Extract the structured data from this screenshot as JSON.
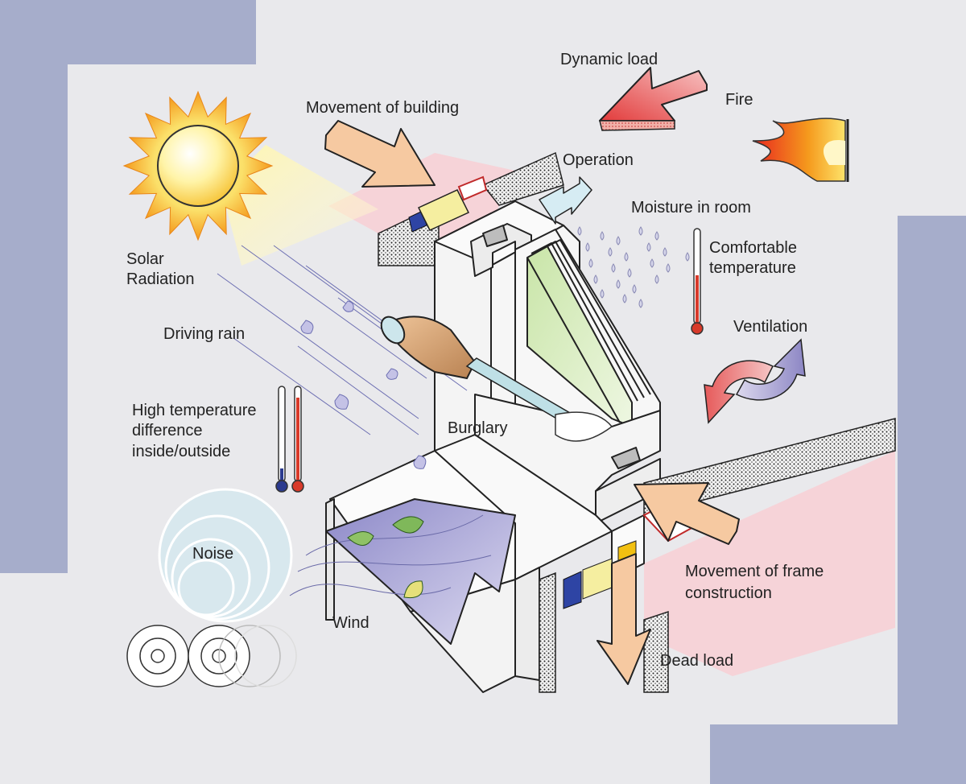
{
  "labels": {
    "dynamic_load": "Dynamic load",
    "fire": "Fire",
    "movement_of_building": "Movement of building",
    "operation": "Operation",
    "moisture_in_room": "Moisture in room",
    "comfortable_temperature_1": "Comfortable",
    "comfortable_temperature_2": "temperature",
    "solar_radiation_1": "Solar",
    "solar_radiation_2": "Radiation",
    "ventilation": "Ventilation",
    "driving_rain": "Driving rain",
    "high_temp_1": "High temperature",
    "high_temp_2": "difference",
    "high_temp_3": "inside/outside",
    "burglary": "Burglary",
    "noise": "Noise",
    "wind": "Wind",
    "movement_of_frame_1": "Movement of frame",
    "movement_of_frame_2": "construction",
    "dead_load": "Dead load"
  },
  "colors": {
    "background": "#e9e9ec",
    "corner_blocks": "#a6adcb",
    "arrow_peach": "#f6c9a1",
    "arrow_red": "#e64a4a",
    "wall_pink": "#f6d3d8",
    "glass_green": "#d8ecc0",
    "wind_purple": "#b4b2dc",
    "sun_orange": "#f6a21e",
    "therm_red": "#d83a2a",
    "therm_blue": "#2b3a8e"
  },
  "icons": [
    "sun-icon",
    "fire-icon",
    "thermometer-icon",
    "screwdriver-icon",
    "raindrop-icon",
    "leaf-icon",
    "wheel-icon",
    "ventilation-arrows-icon"
  ]
}
